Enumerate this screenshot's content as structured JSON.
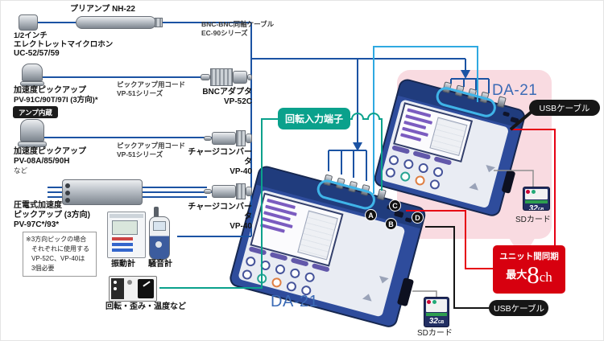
{
  "colors": {
    "line_blue": "#1b53a3",
    "line_cyan": "#2fa9e1",
    "line_teal": "#0aa18c",
    "line_red": "#e60013",
    "badge_black": "#161616",
    "sync_red": "#d7000f",
    "device_blue": "#2e4c9c",
    "highlight_pink": "#f9dbe1",
    "device_label_blue": "#3b6ab5"
  },
  "labels": {
    "preamp": "プリアンプ NH-22",
    "mic": [
      "1/2インチ",
      "エレクトレットマイクロホン",
      "UC-52/57/59"
    ],
    "bnc_cable": [
      "BNC-BNC同軸ケーブル",
      "EC-90シリーズ"
    ],
    "pickup_cord_1": [
      "ピックアップ用コード",
      "VP-51シリーズ"
    ],
    "pickup_cord_2": [
      "ピックアップ用コード",
      "VP-51シリーズ"
    ],
    "accel_pickup_1": [
      "加速度ピックアップ",
      "PV-91C/90T/97I (3方向)*"
    ],
    "amp_badge": "アンプ内蔵",
    "bnc_adapter": [
      "BNCアダプタ",
      "VP-52C"
    ],
    "accel_pickup_2": [
      "加速度ピックアップ",
      "PV-08A/85/90H",
      "など"
    ],
    "charge_conv_1": [
      "チャージコンバータ",
      "VP-40"
    ],
    "piezo_pickup": [
      "圧電式加速度",
      "ピックアップ (3方向)",
      "PV-97C*/93*"
    ],
    "charge_conv_2": [
      "チャージコンバータ",
      "VP-40"
    ],
    "note": [
      "※3方向ピックの場合",
      "それぞれに使用する",
      "VP-52C、VP-40は",
      "3個必要"
    ],
    "vibration_meter": "振動計",
    "sound_meter": "騒音計",
    "rotation_source": "回転・歪み・温度など",
    "rotation_input": "回転入力端子",
    "device_front": "DA-21",
    "device_back": "DA-21",
    "usb_cable_top": "USBケーブル",
    "usb_cable_bottom": "USBケーブル",
    "sd_card_top": "SDカード",
    "sd_card_bottom": "SDカード",
    "sd_capacity_num": "32",
    "sd_capacity_unit": "GB",
    "sync_line1": "ユニット間同期",
    "sync_prefix": "最大",
    "sync_num": "8",
    "sync_unit": "ch",
    "port_a": "A",
    "port_b": "B",
    "port_c": "C",
    "port_d": "D"
  }
}
